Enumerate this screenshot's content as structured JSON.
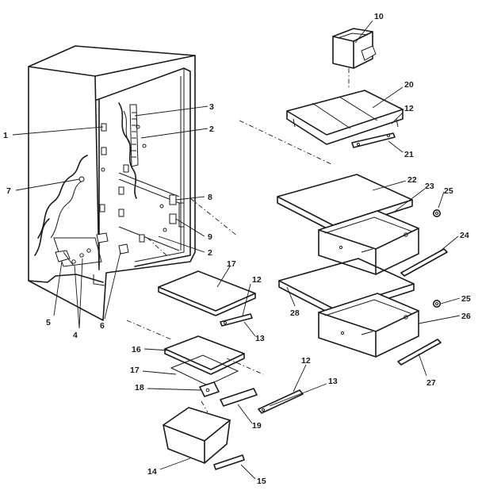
{
  "callouts": [
    {
      "id": "c1",
      "text": "1"
    },
    {
      "id": "c2a",
      "text": "2"
    },
    {
      "id": "c2b",
      "text": "2"
    },
    {
      "id": "c3",
      "text": "3"
    },
    {
      "id": "c4",
      "text": "4"
    },
    {
      "id": "c5",
      "text": "5"
    },
    {
      "id": "c6",
      "text": "6"
    },
    {
      "id": "c7",
      "text": "7"
    },
    {
      "id": "c8",
      "text": "8"
    },
    {
      "id": "c9",
      "text": "9"
    },
    {
      "id": "c10",
      "text": "10"
    },
    {
      "id": "c12a",
      "text": "12"
    },
    {
      "id": "c12b",
      "text": "12"
    },
    {
      "id": "c12c",
      "text": "12"
    },
    {
      "id": "c13a",
      "text": "13"
    },
    {
      "id": "c13b",
      "text": "13"
    },
    {
      "id": "c14",
      "text": "14"
    },
    {
      "id": "c15",
      "text": "15"
    },
    {
      "id": "c16",
      "text": "16"
    },
    {
      "id": "c17a",
      "text": "17"
    },
    {
      "id": "c17b",
      "text": "17"
    },
    {
      "id": "c18",
      "text": "18"
    },
    {
      "id": "c19",
      "text": "19"
    },
    {
      "id": "c20",
      "text": "20"
    },
    {
      "id": "c21",
      "text": "21"
    },
    {
      "id": "c22",
      "text": "22"
    },
    {
      "id": "c23",
      "text": "23"
    },
    {
      "id": "c24",
      "text": "24"
    },
    {
      "id": "c25a",
      "text": "25"
    },
    {
      "id": "c25b",
      "text": "25"
    },
    {
      "id": "c26",
      "text": "26"
    },
    {
      "id": "c27",
      "text": "27"
    },
    {
      "id": "c28",
      "text": "28"
    }
  ]
}
